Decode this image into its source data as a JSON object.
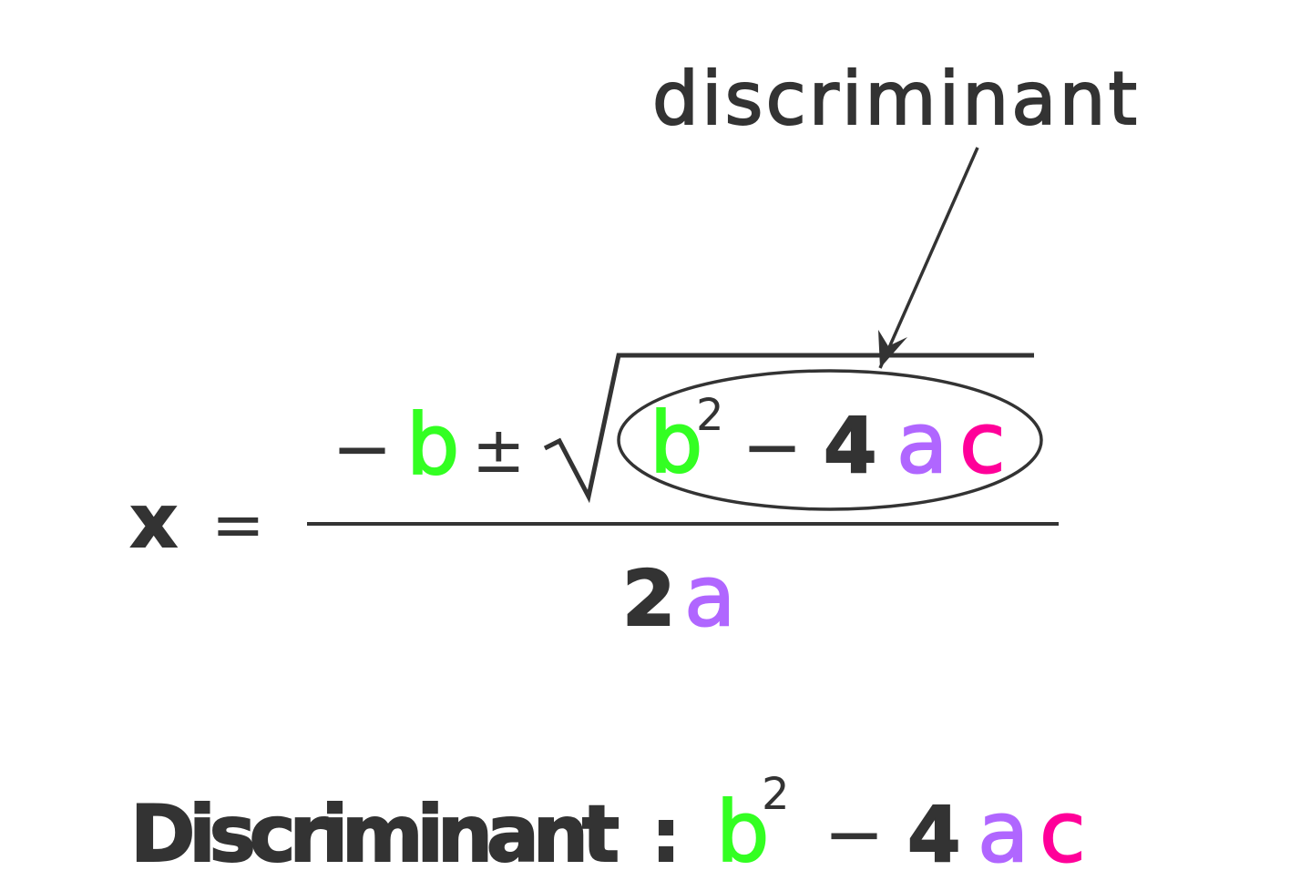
{
  "colors": {
    "text": "#333333",
    "b": "#33ff22",
    "a": "#b066ff",
    "c": "#ff0099"
  },
  "annotation": {
    "label": "discriminant"
  },
  "formula": {
    "lhs": "x",
    "equals": "=",
    "minus_sign": "−",
    "b": "b",
    "plus_minus": "±",
    "radicand": {
      "b": "b",
      "exponent": "2",
      "minus": "−",
      "four": "4",
      "a": "a",
      "c": "c"
    },
    "denominator": {
      "two": "2",
      "a": "a"
    }
  },
  "definition": {
    "label": "Discriminant",
    "colon": ":",
    "b": "b",
    "exponent": "2",
    "minus": "−",
    "four": "4",
    "a": "a",
    "c": "c"
  }
}
